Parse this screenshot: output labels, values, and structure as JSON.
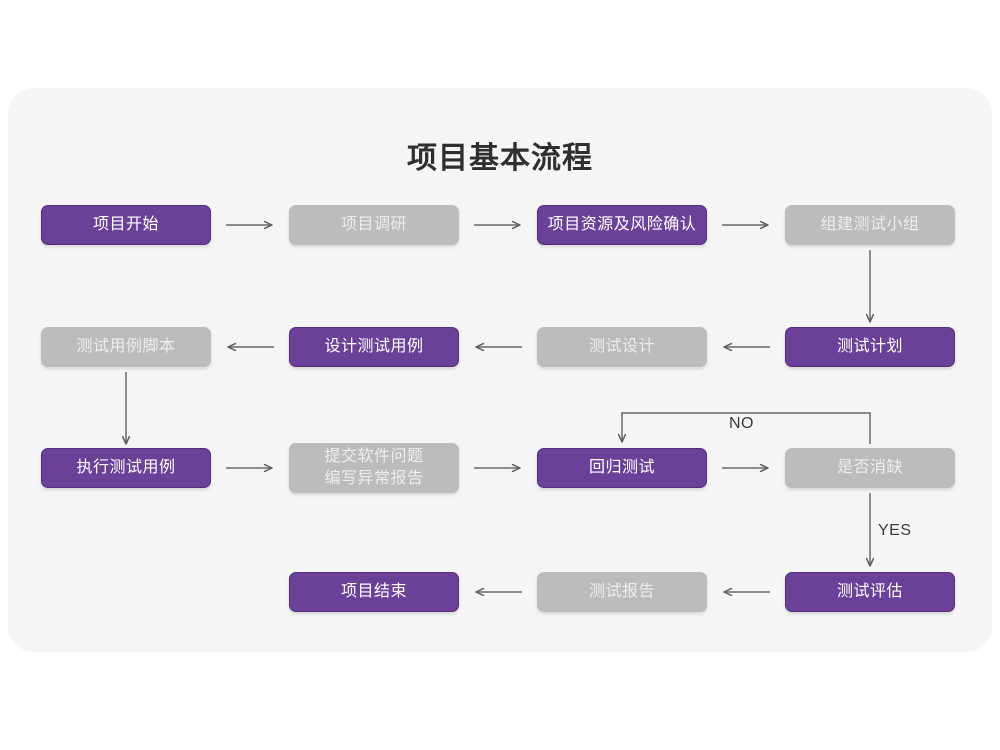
{
  "page": {
    "background": "#ffffff",
    "card_background": "#f5f5f5"
  },
  "colors": {
    "accent_purple": "#6b4099",
    "accent_purple_border": "#56307e",
    "muted_gray": "#bcbcbc",
    "muted_gray_text": "#ededed",
    "line": "#6a6a6a",
    "title_text": "#2f2f2f"
  },
  "diagram": {
    "title": "项目基本流程",
    "type": "flowchart",
    "nodes": [
      {
        "id": "n1",
        "label": "项目开始",
        "state": "active",
        "row": 1,
        "col": 1
      },
      {
        "id": "n2",
        "label": "项目调研",
        "state": "muted",
        "row": 1,
        "col": 2
      },
      {
        "id": "n3",
        "label": "项目资源及风险确认",
        "state": "active",
        "row": 1,
        "col": 3
      },
      {
        "id": "n4",
        "label": "组建测试小组",
        "state": "muted",
        "row": 1,
        "col": 4
      },
      {
        "id": "n5",
        "label": "测试用例脚本",
        "state": "muted",
        "row": 2,
        "col": 1
      },
      {
        "id": "n6",
        "label": "设计测试用例",
        "state": "active",
        "row": 2,
        "col": 2
      },
      {
        "id": "n7",
        "label": "测试设计",
        "state": "muted",
        "row": 2,
        "col": 3
      },
      {
        "id": "n8",
        "label": "测试计划",
        "state": "active",
        "row": 2,
        "col": 4
      },
      {
        "id": "n9",
        "label": "执行测试用例",
        "state": "active",
        "row": 3,
        "col": 1
      },
      {
        "id": "n10",
        "label": "提交软件问题\n编写异常报告",
        "state": "muted",
        "row": 3,
        "col": 2
      },
      {
        "id": "n11",
        "label": "回归测试",
        "state": "active",
        "row": 3,
        "col": 3
      },
      {
        "id": "n12",
        "label": "是否消缺",
        "state": "muted",
        "row": 3,
        "col": 4
      },
      {
        "id": "n13",
        "label": "项目结束",
        "state": "active",
        "row": 4,
        "col": 2
      },
      {
        "id": "n14",
        "label": "测试报告",
        "state": "muted",
        "row": 4,
        "col": 3
      },
      {
        "id": "n15",
        "label": "测试评估",
        "state": "active",
        "row": 4,
        "col": 4
      }
    ],
    "edge_labels": {
      "no": "NO",
      "yes": "YES"
    },
    "edges": [
      {
        "from": "n1",
        "to": "n2",
        "dir": "right"
      },
      {
        "from": "n2",
        "to": "n3",
        "dir": "right"
      },
      {
        "from": "n3",
        "to": "n4",
        "dir": "right"
      },
      {
        "from": "n4",
        "to": "n8",
        "dir": "down"
      },
      {
        "from": "n8",
        "to": "n7",
        "dir": "left"
      },
      {
        "from": "n7",
        "to": "n6",
        "dir": "left"
      },
      {
        "from": "n6",
        "to": "n5",
        "dir": "left"
      },
      {
        "from": "n5",
        "to": "n9",
        "dir": "down"
      },
      {
        "from": "n9",
        "to": "n10",
        "dir": "right"
      },
      {
        "from": "n10",
        "to": "n11",
        "dir": "right"
      },
      {
        "from": "n11",
        "to": "n12",
        "dir": "right"
      },
      {
        "from": "n12",
        "to": "n11",
        "dir": "loop-up-left",
        "label": "NO"
      },
      {
        "from": "n12",
        "to": "n15",
        "dir": "down",
        "label": "YES"
      },
      {
        "from": "n15",
        "to": "n14",
        "dir": "left"
      },
      {
        "from": "n14",
        "to": "n13",
        "dir": "left"
      }
    ]
  }
}
